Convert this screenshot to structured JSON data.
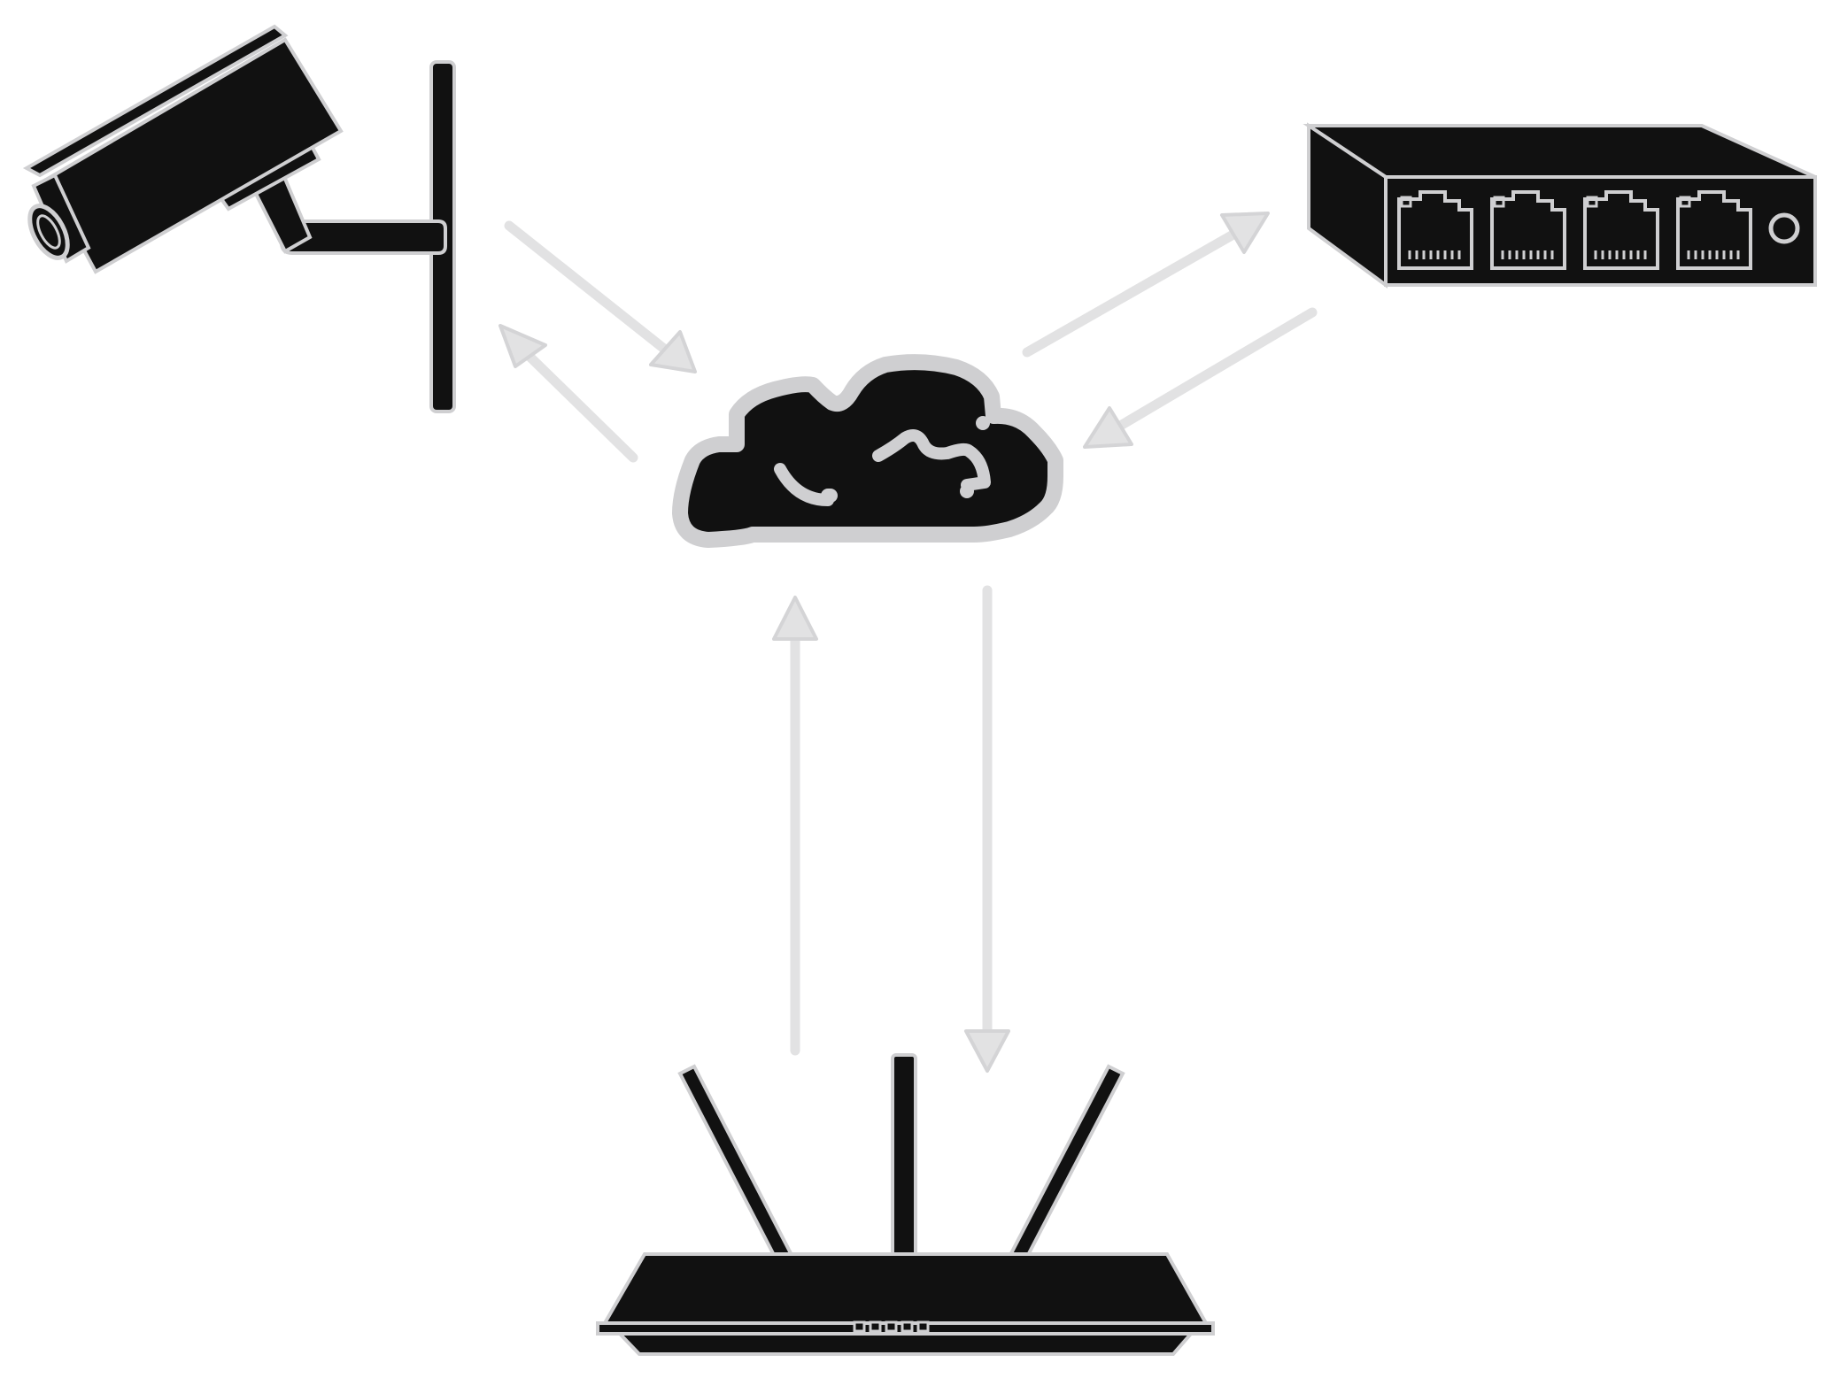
{
  "diagram": {
    "nodes": [
      {
        "id": "camera",
        "icon": "security-camera-icon"
      },
      {
        "id": "cloud",
        "icon": "cloud-icon"
      },
      {
        "id": "switch",
        "icon": "network-switch-icon"
      },
      {
        "id": "router",
        "icon": "wifi-router-icon"
      }
    ],
    "edges": [
      {
        "from": "camera",
        "to": "cloud"
      },
      {
        "from": "cloud",
        "to": "camera"
      },
      {
        "from": "cloud",
        "to": "switch"
      },
      {
        "from": "switch",
        "to": "cloud"
      },
      {
        "from": "router",
        "to": "cloud"
      },
      {
        "from": "cloud",
        "to": "router"
      }
    ],
    "colors": {
      "icon_fill": "#111111",
      "icon_outline": "#cfcfd1",
      "arrow": "#e2e2e3",
      "background": "#ffffff"
    }
  }
}
